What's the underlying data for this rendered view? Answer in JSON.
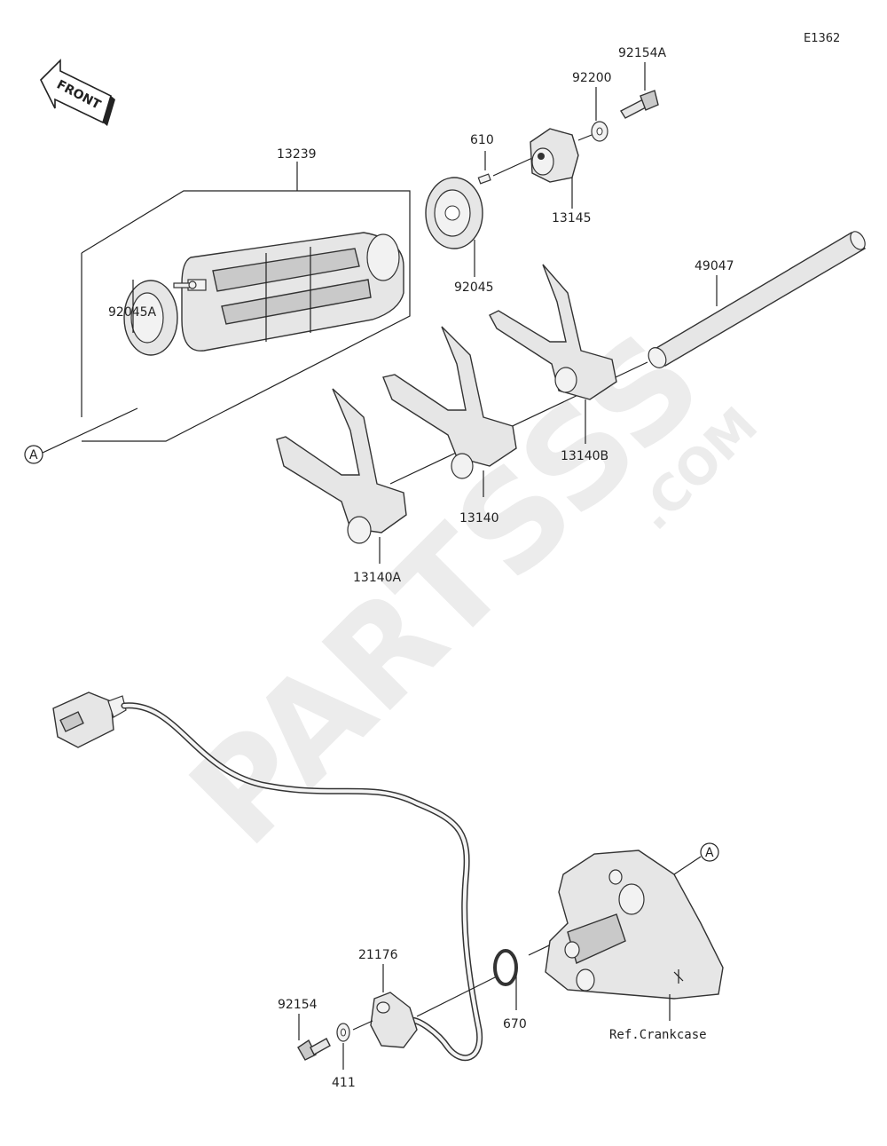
{
  "diagram_code": "E1362",
  "front_arrow": "FRONT",
  "watermark": {
    "brand": "PARTSSS",
    "suffix": ".COM"
  },
  "callouts": {
    "p13239": "13239",
    "p92045A": "92045A",
    "p92045": "92045",
    "p610": "610",
    "p92200": "92200",
    "p92154A": "92154A",
    "p13145": "13145",
    "p49047": "49047",
    "p13140B": "13140B",
    "p13140": "13140",
    "p13140A": "13140A",
    "p21176": "21176",
    "p92154": "92154",
    "p411": "411",
    "p670": "670",
    "ref_crankcase": "Ref.Crankcase"
  },
  "ref_marker": "A"
}
